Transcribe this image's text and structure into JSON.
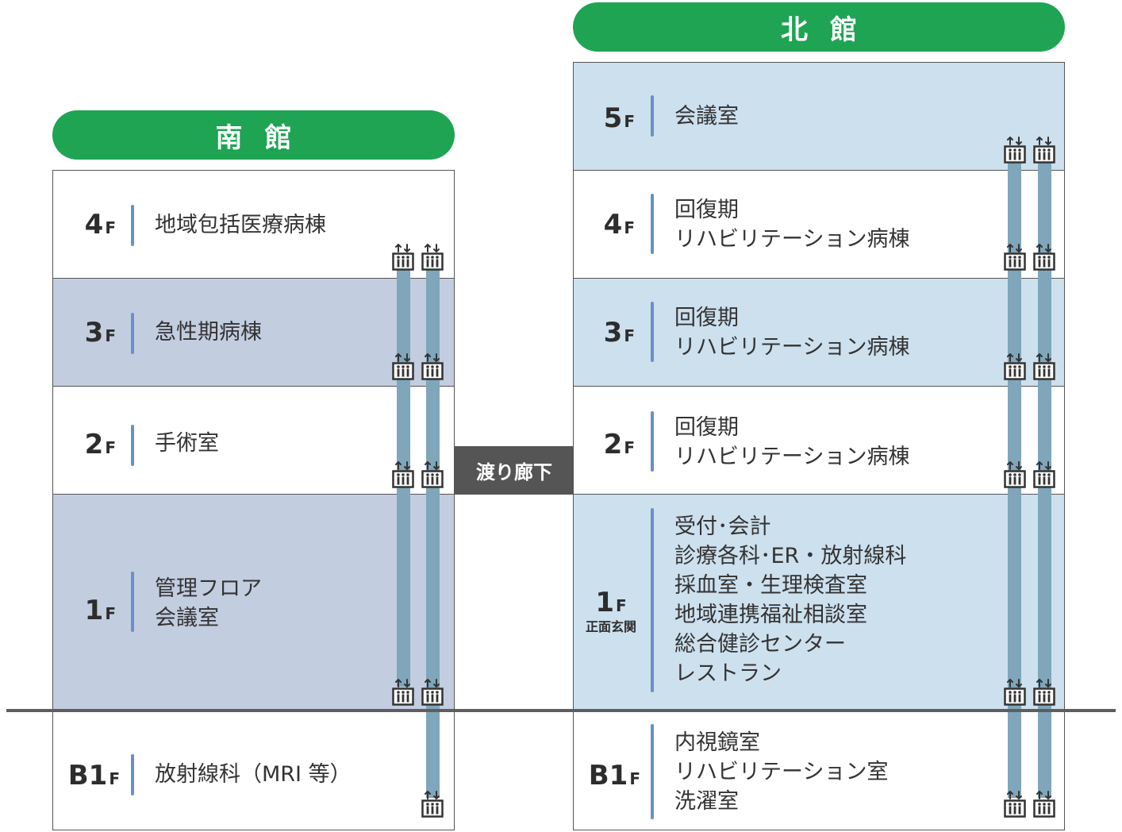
{
  "south": {
    "title": "南館",
    "floors": [
      {
        "num": "4",
        "unit": "F",
        "rooms": [
          "地域包括医療病棟"
        ]
      },
      {
        "num": "3",
        "unit": "F",
        "rooms": [
          "急性期病棟"
        ]
      },
      {
        "num": "2",
        "unit": "F",
        "rooms": [
          "手術室"
        ]
      },
      {
        "num": "1",
        "unit": "F",
        "rooms": [
          "管理フロア",
          "会議室"
        ]
      },
      {
        "num": "B1",
        "unit": "F",
        "rooms": [
          "放射線科（MRI 等）"
        ]
      }
    ]
  },
  "north": {
    "title": "北館",
    "floors": [
      {
        "num": "5",
        "unit": "F",
        "rooms": [
          "会議室"
        ]
      },
      {
        "num": "4",
        "unit": "F",
        "rooms": [
          "回復期",
          "リハビリテーション病棟"
        ]
      },
      {
        "num": "3",
        "unit": "F",
        "rooms": [
          "回復期",
          "リハビリテーション病棟"
        ]
      },
      {
        "num": "2",
        "unit": "F",
        "rooms": [
          "回復期",
          "リハビリテーション病棟"
        ]
      },
      {
        "num": "1",
        "unit": "F",
        "sub": "正面玄関",
        "rooms": [
          "受付･会計",
          "診療各科･ER・放射線科",
          "採血室・生理検査室",
          "地域連携福祉相談室",
          "総合健診センター",
          "レストラン"
        ]
      },
      {
        "num": "B1",
        "unit": "F",
        "rooms": [
          "内視鏡室",
          "リハビリテーション室",
          "洗濯室"
        ]
      }
    ]
  },
  "corridor": {
    "label": "渡り廊下"
  },
  "icons": {
    "elevator": "elevator-icon"
  },
  "colors": {
    "header_green": "#1ea453",
    "south_floor_fill": "#c3cde0",
    "north_floor_fill": "#cde0ee",
    "shaft": "#7fa6ba",
    "divider": "#6b8fc7",
    "corridor": "#555555"
  }
}
